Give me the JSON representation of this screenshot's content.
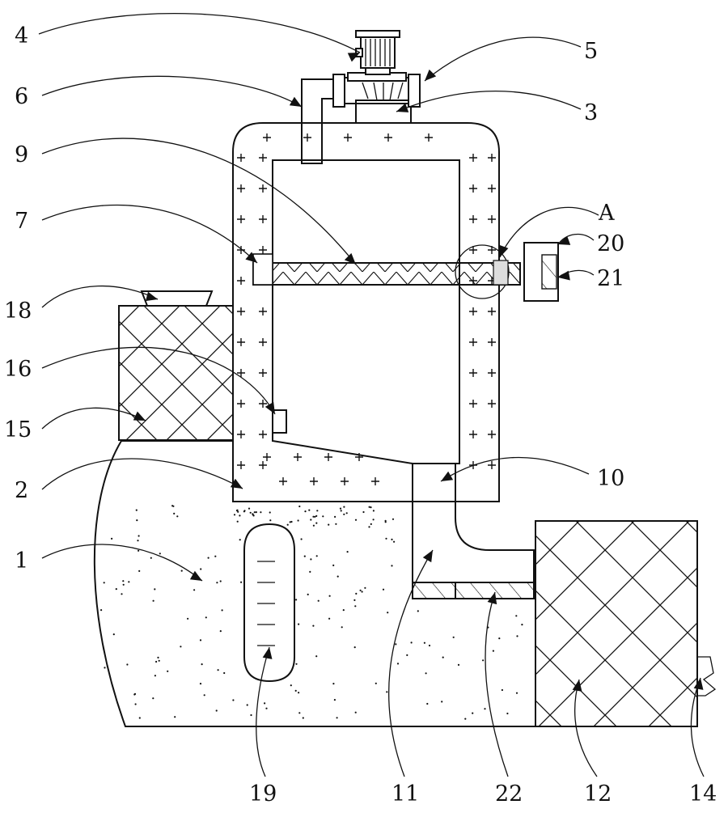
{
  "figure": {
    "labels": [
      {
        "id": "4",
        "text": "4"
      },
      {
        "id": "5",
        "text": "5"
      },
      {
        "id": "6",
        "text": "6"
      },
      {
        "id": "3",
        "text": "3"
      },
      {
        "id": "9",
        "text": "9"
      },
      {
        "id": "7",
        "text": "7"
      },
      {
        "id": "A",
        "text": "A"
      },
      {
        "id": "20",
        "text": "20"
      },
      {
        "id": "21",
        "text": "21"
      },
      {
        "id": "18",
        "text": "18"
      },
      {
        "id": "16",
        "text": "16"
      },
      {
        "id": "15",
        "text": "15"
      },
      {
        "id": "2",
        "text": "2"
      },
      {
        "id": "10",
        "text": "10"
      },
      {
        "id": "1",
        "text": "1"
      },
      {
        "id": "19",
        "text": "19"
      },
      {
        "id": "11",
        "text": "11"
      },
      {
        "id": "22",
        "text": "22"
      },
      {
        "id": "12",
        "text": "12"
      },
      {
        "id": "14",
        "text": "14"
      }
    ]
  }
}
